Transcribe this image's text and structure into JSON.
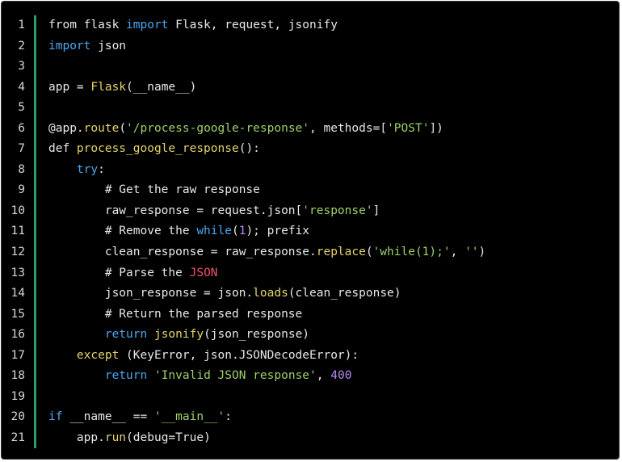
{
  "code_block": {
    "line_numbers": [
      "1",
      "2",
      "3",
      "4",
      "5",
      "6",
      "7",
      "8",
      "9",
      "10",
      "11",
      "12",
      "13",
      "14",
      "15",
      "16",
      "17",
      "18",
      "19",
      "20",
      "21"
    ],
    "lines": [
      [
        {
          "t": "from flask ",
          "c": ""
        },
        {
          "t": "import",
          "c": "kw"
        },
        {
          "t": " Flask, request, jsonify",
          "c": ""
        }
      ],
      [
        {
          "t": "import",
          "c": "kw"
        },
        {
          "t": " json",
          "c": ""
        }
      ],
      [],
      [
        {
          "t": "app = ",
          "c": ""
        },
        {
          "t": "Flask",
          "c": "fn"
        },
        {
          "t": "(__name__)",
          "c": ""
        }
      ],
      [],
      [
        {
          "t": "@app.",
          "c": ""
        },
        {
          "t": "route",
          "c": "fn"
        },
        {
          "t": "(",
          "c": ""
        },
        {
          "t": "'/process-google-response'",
          "c": "str"
        },
        {
          "t": ", methods=[",
          "c": ""
        },
        {
          "t": "'POST'",
          "c": "str"
        },
        {
          "t": "])",
          "c": ""
        }
      ],
      [
        {
          "t": "def ",
          "c": ""
        },
        {
          "t": "process_google_response",
          "c": "fn"
        },
        {
          "t": "():",
          "c": ""
        }
      ],
      [
        {
          "t": "    ",
          "c": ""
        },
        {
          "t": "try",
          "c": "kw"
        },
        {
          "t": ":",
          "c": ""
        }
      ],
      [
        {
          "t": "        # Get the raw response",
          "c": "cm"
        }
      ],
      [
        {
          "t": "        raw_response = request.json[",
          "c": ""
        },
        {
          "t": "'response'",
          "c": "str"
        },
        {
          "t": "]",
          "c": ""
        }
      ],
      [
        {
          "t": "        # Remove the ",
          "c": "cm"
        },
        {
          "t": "while",
          "c": "kw"
        },
        {
          "t": "(",
          "c": ""
        },
        {
          "t": "1",
          "c": "num"
        },
        {
          "t": "); prefix",
          "c": "cm"
        }
      ],
      [
        {
          "t": "        clean_response = raw_response.",
          "c": ""
        },
        {
          "t": "replace",
          "c": "fn"
        },
        {
          "t": "(",
          "c": ""
        },
        {
          "t": "'while(1);'",
          "c": "str"
        },
        {
          "t": ", ",
          "c": ""
        },
        {
          "t": "''",
          "c": "str"
        },
        {
          "t": ")",
          "c": ""
        }
      ],
      [
        {
          "t": "        # Parse the ",
          "c": "cm"
        },
        {
          "t": "JSON",
          "c": "hl"
        }
      ],
      [
        {
          "t": "        json_response = json.",
          "c": ""
        },
        {
          "t": "loads",
          "c": "fn"
        },
        {
          "t": "(clean_response)",
          "c": ""
        }
      ],
      [
        {
          "t": "        # Return the parsed response",
          "c": "cm"
        }
      ],
      [
        {
          "t": "        ",
          "c": ""
        },
        {
          "t": "return",
          "c": "kw"
        },
        {
          "t": " ",
          "c": ""
        },
        {
          "t": "jsonify",
          "c": "fn"
        },
        {
          "t": "(json_response)",
          "c": ""
        }
      ],
      [
        {
          "t": "    ",
          "c": ""
        },
        {
          "t": "except",
          "c": "fn"
        },
        {
          "t": " (KeyError, json.JSONDecodeError):",
          "c": ""
        }
      ],
      [
        {
          "t": "        ",
          "c": ""
        },
        {
          "t": "return",
          "c": "kw"
        },
        {
          "t": " ",
          "c": ""
        },
        {
          "t": "'Invalid JSON response'",
          "c": "str"
        },
        {
          "t": ", ",
          "c": ""
        },
        {
          "t": "400",
          "c": "num"
        }
      ],
      [],
      [
        {
          "t": "if",
          "c": "kw"
        },
        {
          "t": " __name__ == ",
          "c": ""
        },
        {
          "t": "'__main__'",
          "c": "str"
        },
        {
          "t": ":",
          "c": ""
        }
      ],
      [
        {
          "t": "    app.",
          "c": ""
        },
        {
          "t": "run",
          "c": "fn"
        },
        {
          "t": "(debug=True)",
          "c": ""
        }
      ]
    ]
  },
  "colors": {
    "background": "#000000",
    "gutter_bar": "#2f9e63",
    "keyword": "#4aa8f0",
    "function": "#e6d46b",
    "string": "#9ed26a",
    "number": "#b58cf0",
    "highlight": "#f0506e"
  }
}
